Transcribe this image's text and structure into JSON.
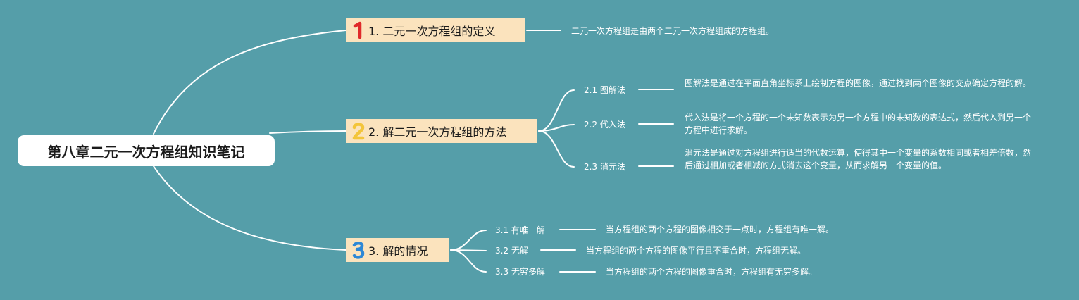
{
  "root": {
    "title": "第八章二元一次方程组知识笔记"
  },
  "colors": {
    "background": "#559ea9",
    "branch_fill": "#fbe3bd",
    "line": "#ffffff",
    "badge_1": "#e02a2a",
    "badge_2": "#f3c53b",
    "badge_3": "#2e88d6"
  },
  "branches": [
    {
      "label": "1. 二元一次方程组的定义",
      "badge_icon": "number-one-icon",
      "description": "二元一次方程组是由两个二元一次方程组成的方程组。"
    },
    {
      "label": "2. 解二元一次方程组的方法",
      "badge_icon": "number-two-icon",
      "children": [
        {
          "label": "2.1 图解法",
          "description": "图解法是通过在平面直角坐标系上绘制方程的图像，通过找到两个图像的交点确定方程的解。"
        },
        {
          "label": "2.2 代入法",
          "description": "代入法是将一个方程的一个未知数表示为另一个方程中的未知数的表达式，然后代入到另一个方程中进行求解。"
        },
        {
          "label": "2.3 消元法",
          "description": "消元法是通过对方程组进行适当的代数运算，使得其中一个变量的系数相同或者相差倍数，然后通过相加或者相减的方式消去这个变量，从而求解另一个变量的值。"
        }
      ]
    },
    {
      "label": "3. 解的情况",
      "badge_icon": "number-three-icon",
      "children": [
        {
          "label": "3.1 有唯一解",
          "description": "当方程组的两个方程的图像相交于一点时，方程组有唯一解。"
        },
        {
          "label": "3.2 无解",
          "description": "当方程组的两个方程的图像平行且不重合时，方程组无解。"
        },
        {
          "label": "3.3 无穷多解",
          "description": "当方程组的两个方程的图像重合时，方程组有无穷多解。"
        }
      ]
    }
  ]
}
